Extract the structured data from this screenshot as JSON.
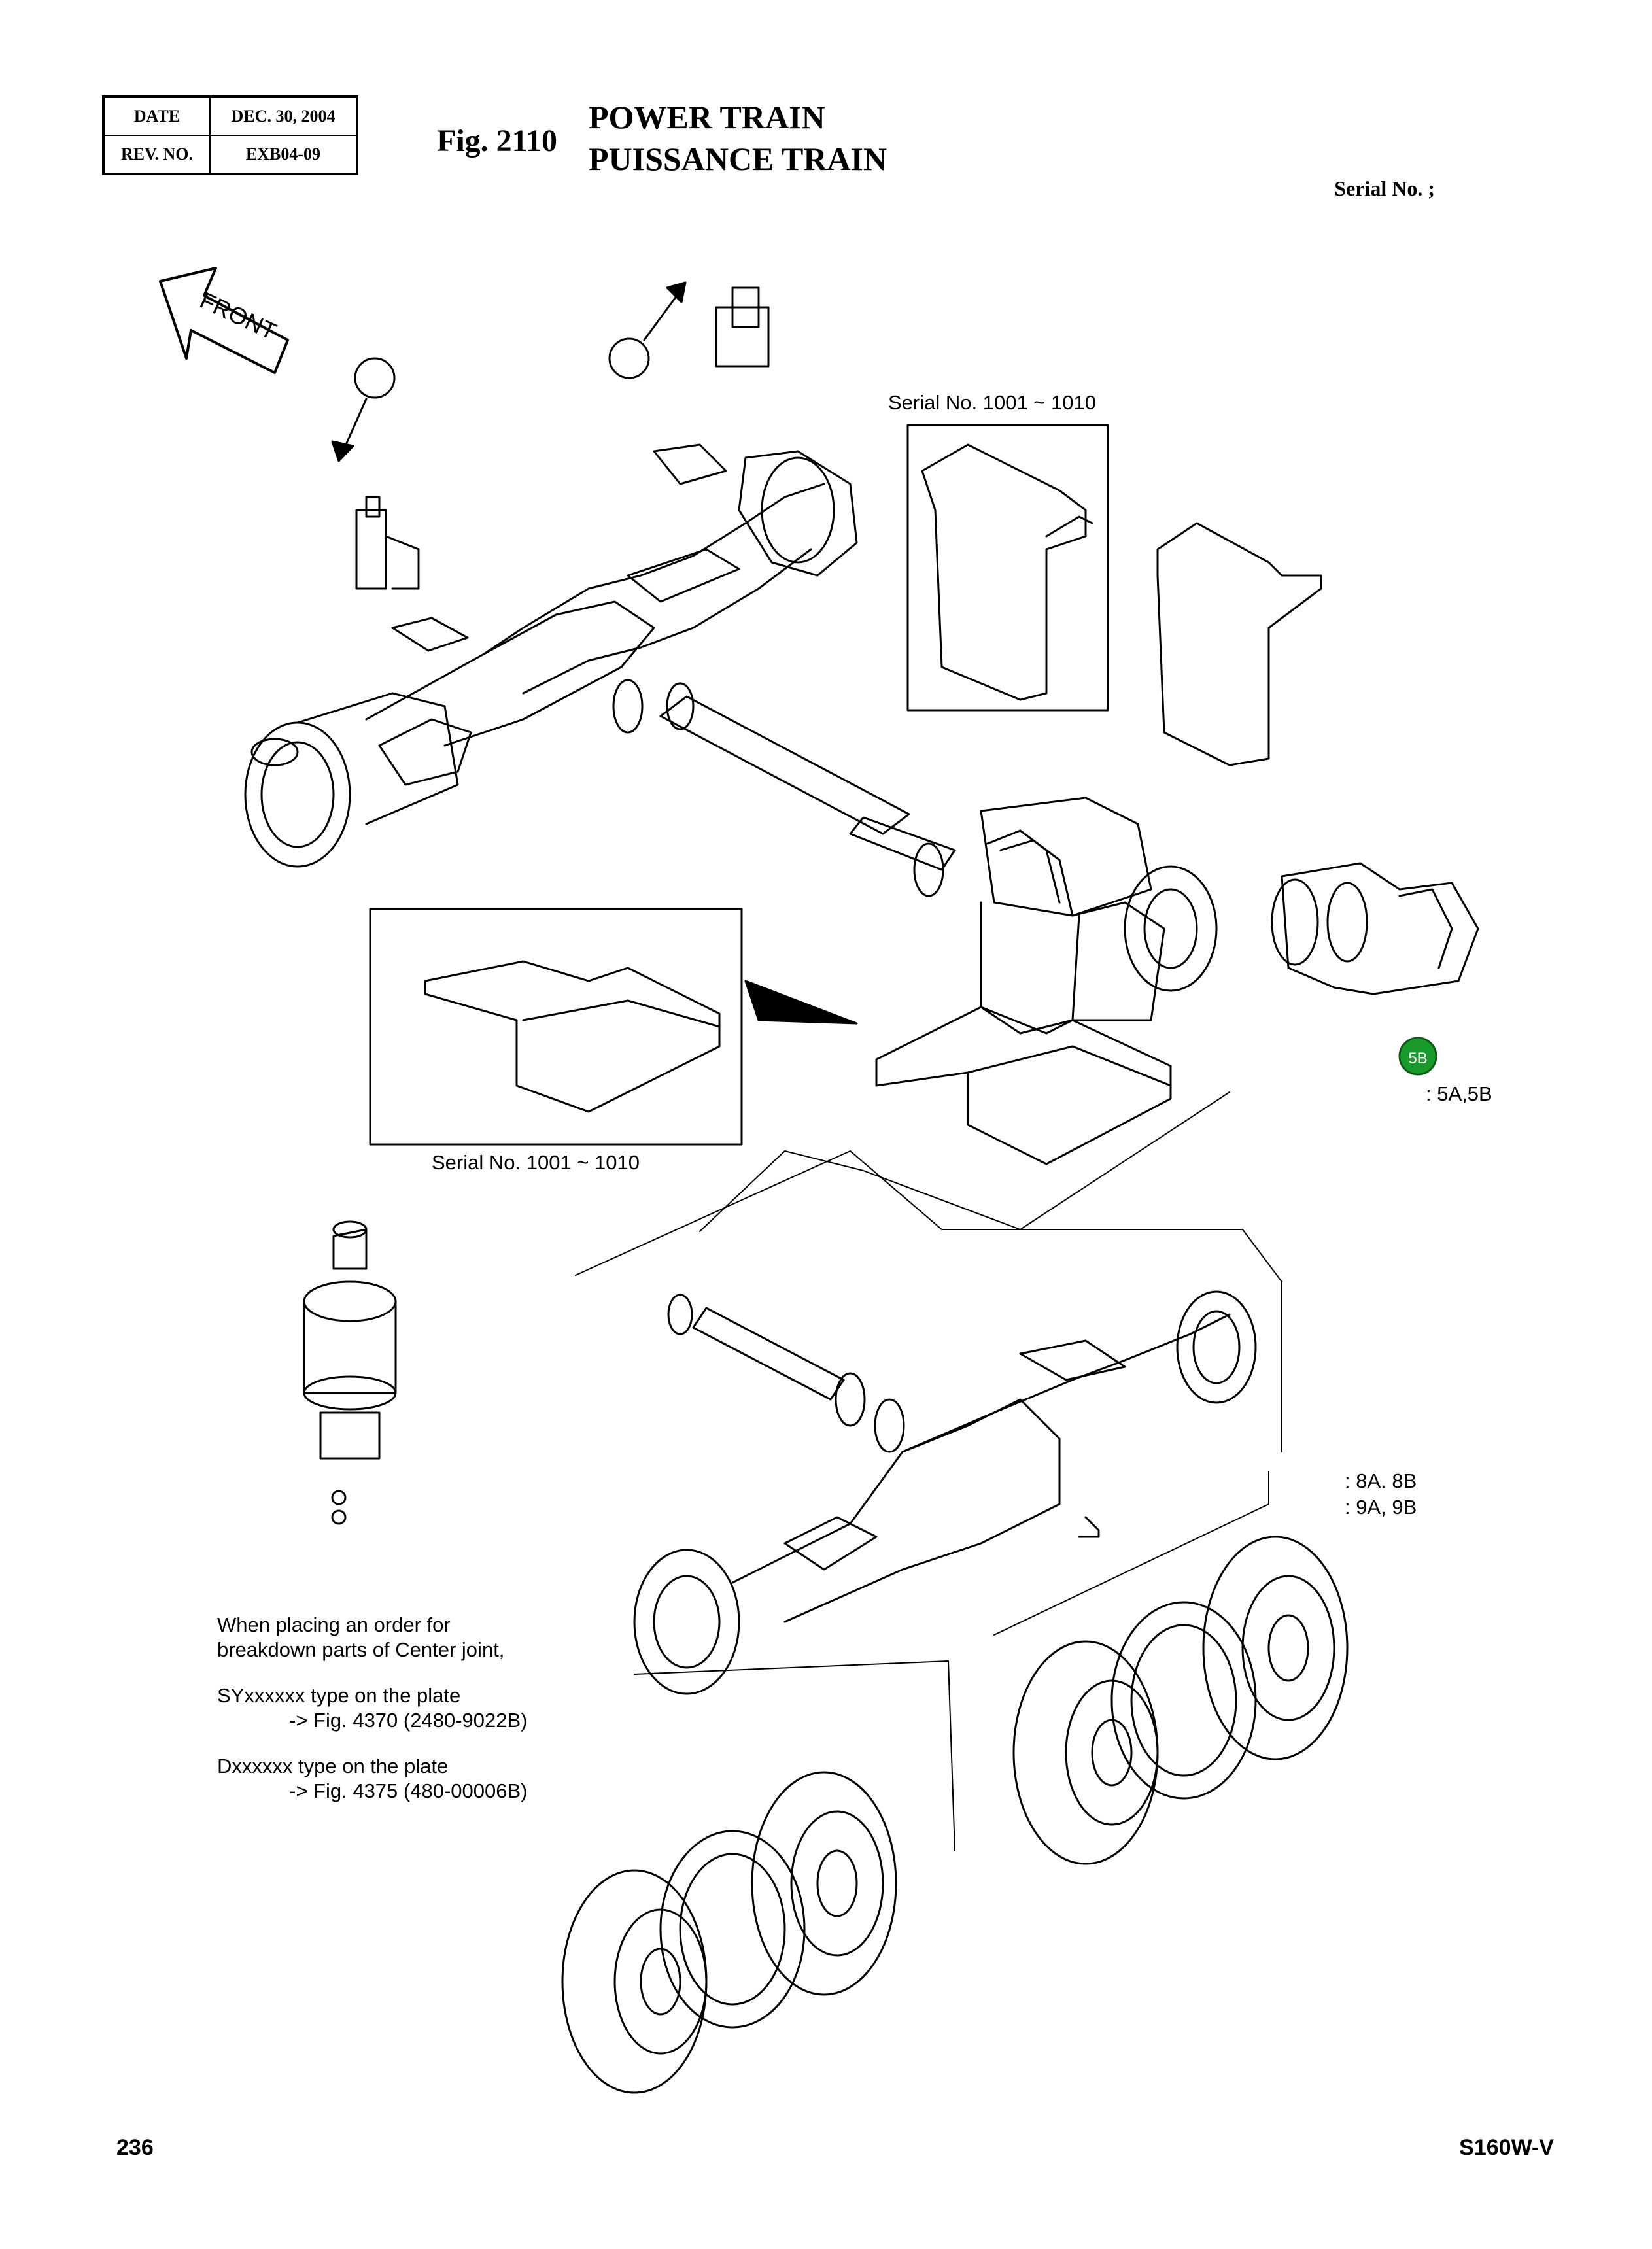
{
  "header": {
    "date_label": "DATE",
    "date_value": "DEC. 30, 2004",
    "rev_label": "REV. NO.",
    "rev_value": "EXB04-09",
    "fig_number": "Fig. 2110",
    "title_en": "POWER TRAIN",
    "title_fr": "PUISSANCE TRAIN",
    "serial_label": "Serial No. ;"
  },
  "diagram": {
    "front_label": "FRONT",
    "serial_box_top": "Serial No. 1001 ~ 1010",
    "serial_box_left": "Serial No. 1001 ~ 1010",
    "badge": "5B",
    "ref_5": ": 5A,5B",
    "ref_8": ": 8A. 8B",
    "ref_9": ": 9A, 9B"
  },
  "note": {
    "line1": "When placing an order for",
    "line2": "breakdown parts of Center joint,",
    "line3": "SYxxxxxx type on the plate",
    "line4": "-> Fig. 4370 (2480-9022B)",
    "line5": "Dxxxxxx type on the plate",
    "line6": "-> Fig. 4375 (480-00006B)"
  },
  "footer": {
    "page": "236",
    "model": "S160W-V"
  },
  "colors": {
    "ink": "#000000",
    "badge_fill": "#1a9a2a",
    "circle_fill": "#ffffff"
  }
}
